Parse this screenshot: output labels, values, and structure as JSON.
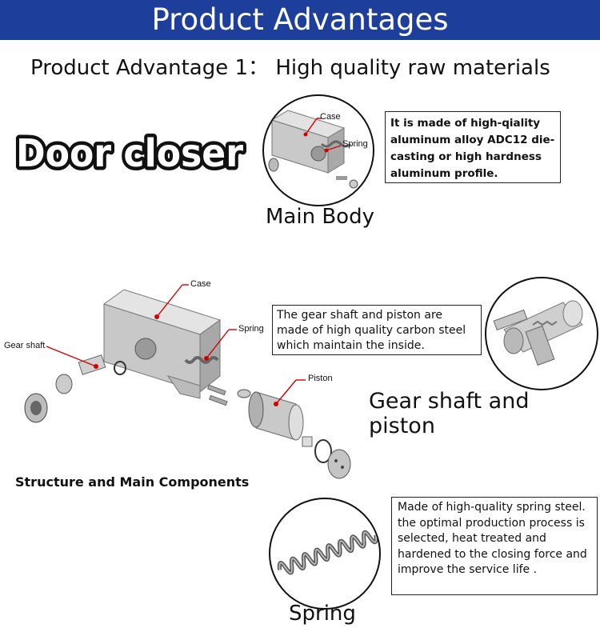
{
  "banner": {
    "title": "Product Advantages"
  },
  "subtitle": "Product Advantage 1： High quality raw materials",
  "door_closer": {
    "text": "Door closer"
  },
  "main_body": {
    "caption": "Main Body",
    "labels": {
      "case": "Case",
      "spring": "Spring"
    },
    "description": "It is made of high-qiality aluminum alloy ADC12 die-casting or high hardness aluminum profile."
  },
  "structure": {
    "caption": "Structure and Main Components",
    "labels": {
      "case": "Case",
      "spring": "Spring",
      "gear_shaft": "Gear shaft",
      "piston": "Piston"
    }
  },
  "gear_shaft_piston": {
    "caption": "Gear shaft and piston",
    "description": "The gear shaft and piston are made of high quality carbon steel which maintain the inside."
  },
  "spring": {
    "caption": "Spring",
    "description": "Made of high-quality spring steel. the optimal production process is selected, heat treated and hardened to the closing force and improve the service life ."
  }
}
